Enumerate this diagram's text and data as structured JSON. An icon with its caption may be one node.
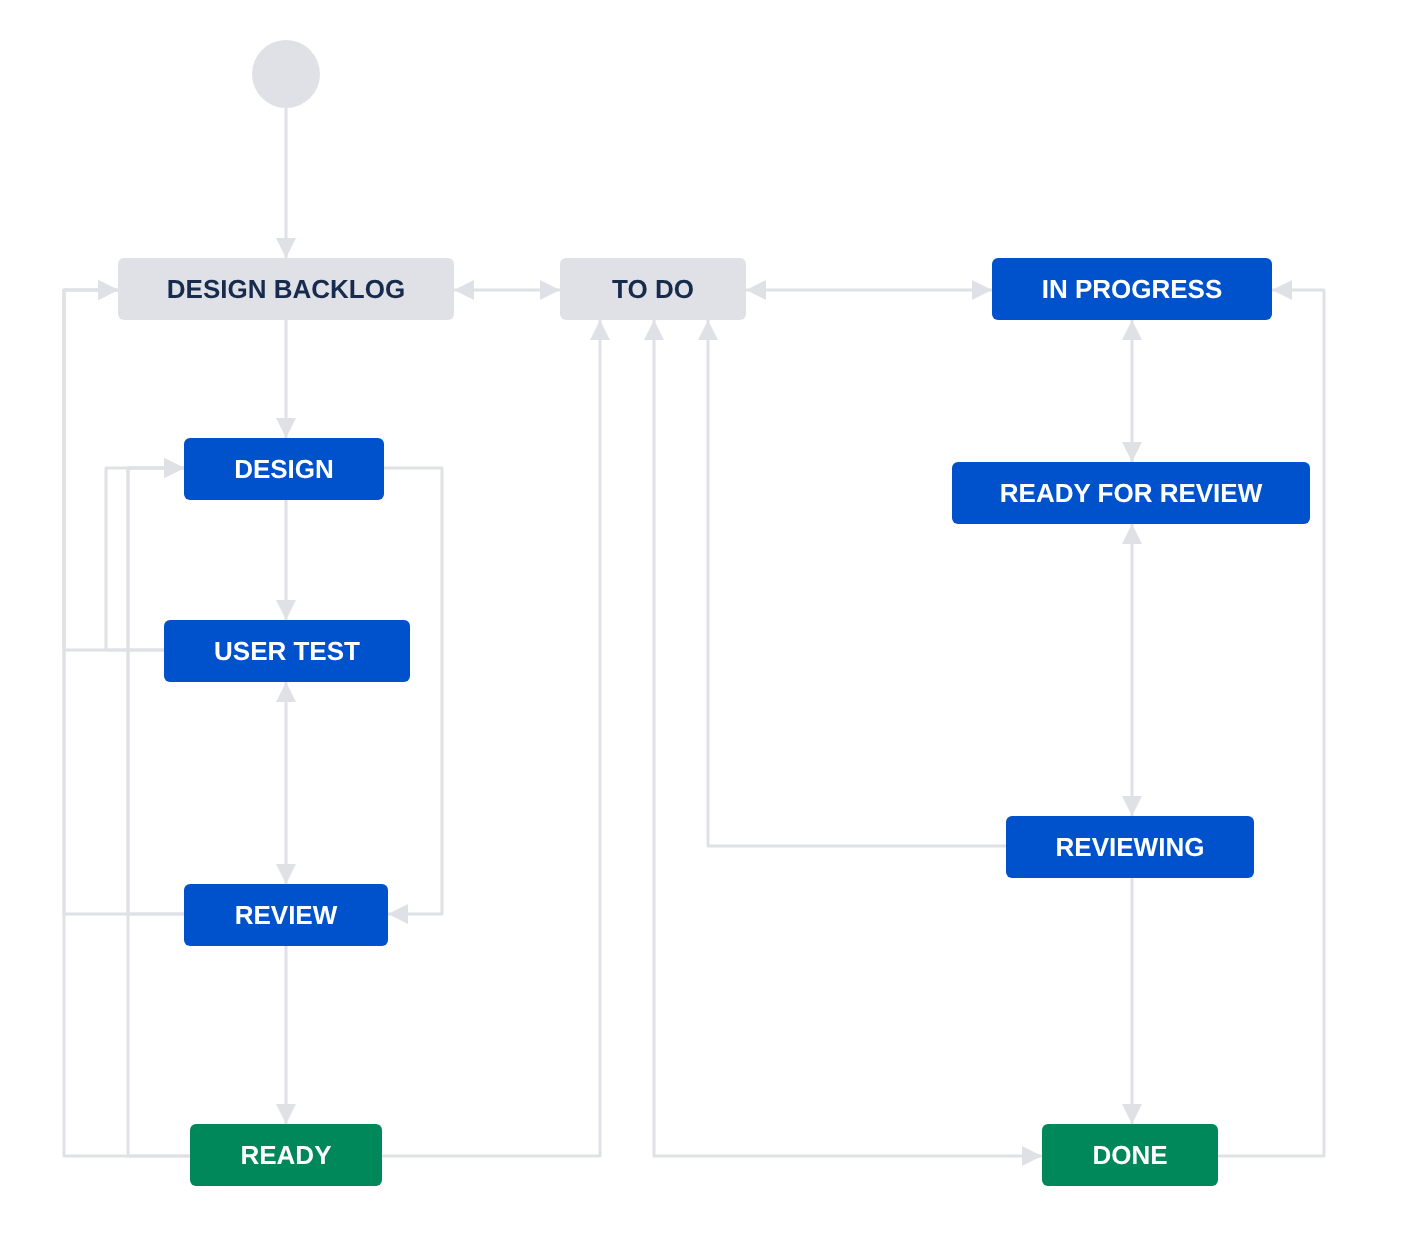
{
  "diagram": {
    "nodes": [
      {
        "text": [],
        "shape": "circle"
      },
      {
        "text": [
          "DESIGN BACKLOG"
        ]
      },
      {
        "text": [
          "TO DO"
        ]
      },
      {
        "text": [
          "IN PROGRESS"
        ]
      },
      {
        "text": [
          "DESIGN"
        ]
      },
      {
        "text": [
          "USER TEST"
        ]
      },
      {
        "text": [
          "READY FOR REVIEW"
        ]
      },
      {
        "text": [
          "REVIEW"
        ]
      },
      {
        "text": [
          "REVIEWING"
        ]
      },
      {
        "text": [
          "READY"
        ]
      },
      {
        "text": [
          "DONE"
        ]
      }
    ],
    "edges": [
      {
        "from": 0,
        "to": 1,
        "arrow": "to"
      },
      {
        "from": 1,
        "to": 2,
        "arrow": "both"
      },
      {
        "from": 2,
        "to": 3,
        "arrow": "both"
      },
      {
        "from": 1,
        "to": 4,
        "arrow": "to"
      },
      {
        "from": 4,
        "to": 5,
        "arrow": "to"
      },
      {
        "from": 5,
        "to": 7,
        "arrow": "both"
      },
      {
        "from": 7,
        "to": 9,
        "arrow": "to"
      },
      {
        "from": 4,
        "to": 7,
        "arrow": "to"
      },
      {
        "from": 5,
        "to": 1,
        "arrow": "to"
      },
      {
        "from": 5,
        "to": 4,
        "arrow": "to"
      },
      {
        "from": 7,
        "to": 1,
        "arrow": "to"
      },
      {
        "from": 7,
        "to": 4,
        "arrow": "to"
      },
      {
        "from": 9,
        "to": 1,
        "arrow": "to"
      },
      {
        "from": 9,
        "to": 4,
        "arrow": "to"
      },
      {
        "from": 9,
        "to": 2,
        "arrow": "to"
      },
      {
        "from": 2,
        "to": 10,
        "arrow": "both"
      },
      {
        "from": 8,
        "to": 2,
        "arrow": "to"
      },
      {
        "from": 3,
        "to": 6,
        "arrow": "both"
      },
      {
        "from": 6,
        "to": 8,
        "arrow": "both"
      },
      {
        "from": 8,
        "to": 10,
        "arrow": "to"
      },
      {
        "from": 10,
        "to": 3,
        "arrow": "to"
      }
    ]
  }
}
